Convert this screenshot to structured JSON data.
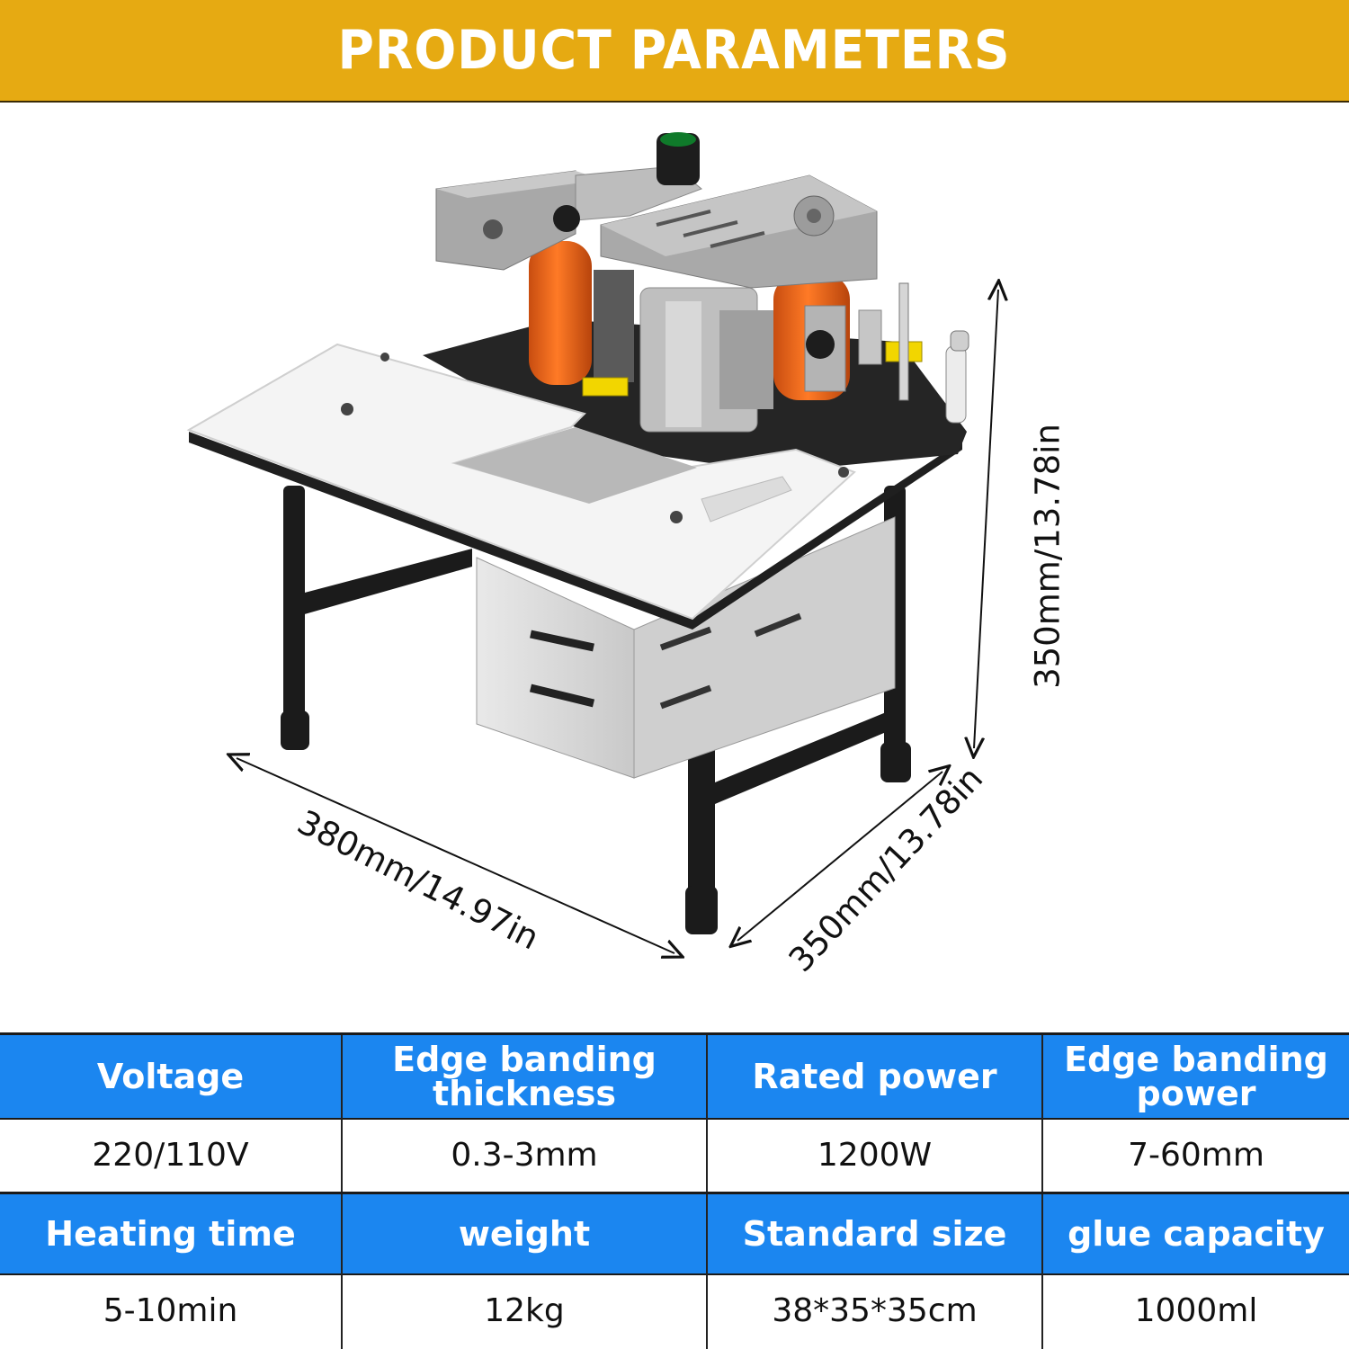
{
  "header": {
    "title": "PRODUCT PARAMETERS"
  },
  "dimensions": {
    "height": "350mm/13.78in",
    "width": "380mm/14.97in",
    "depth": "350mm/13.78in"
  },
  "specs": {
    "rows": [
      {
        "labels": [
          "Voltage",
          "Edge banding thickness",
          "Rated power",
          "Edge banding power"
        ],
        "values": [
          "220/110V",
          "0.3-3mm",
          "1200W",
          "7-60mm"
        ]
      },
      {
        "labels": [
          "Heating time",
          "weight",
          "Standard size",
          "glue capacity"
        ],
        "values": [
          "5-10min",
          "12kg",
          "38*35*35cm",
          "1000ml"
        ]
      }
    ]
  },
  "colors": {
    "header_bg": "#e6aa12",
    "table_header_bg": "#1b86f0",
    "roller": "#f26a1b",
    "accent_yellow": "#f2d600"
  }
}
